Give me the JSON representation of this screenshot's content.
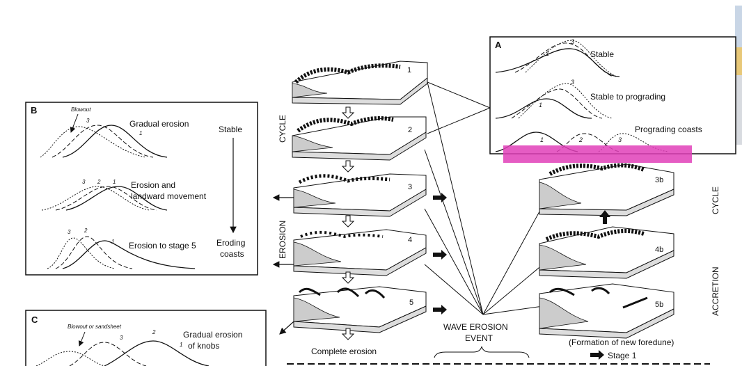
{
  "panelA": {
    "letter": "A",
    "rows": [
      {
        "label": "Stable",
        "nums": [
          "3",
          "1"
        ]
      },
      {
        "label": "Stable to prograding",
        "nums": [
          "3",
          "1"
        ]
      },
      {
        "label": "Prograding coasts",
        "nums": [
          "1",
          "2",
          "3"
        ]
      }
    ]
  },
  "panelB": {
    "letter": "B",
    "blowout": "Blowout",
    "rows": [
      {
        "label": "Gradual erosion",
        "nums": [
          "3",
          "1"
        ]
      },
      {
        "label_line1": "Erosion and",
        "label_line2": "landward movement",
        "nums": [
          "3",
          "2",
          "1"
        ]
      },
      {
        "label": "Erosion to stage 5",
        "nums": [
          "3",
          "2",
          "1"
        ]
      }
    ],
    "stable": "Stable",
    "eroding1": "Eroding",
    "eroding2": "coasts"
  },
  "panelC": {
    "letter": "C",
    "blowout": "Blowout or sandsheet",
    "label1": "Gradual erosion",
    "label2": "of knobs",
    "nums": [
      "3",
      "2",
      "1"
    ]
  },
  "center": {
    "cycle": "CYCLE",
    "erosion": "EROSION",
    "blocks": [
      "1",
      "2",
      "3",
      "4",
      "5"
    ],
    "complete": "Complete erosion",
    "wave1": "WAVE EROSION",
    "wave2": "EVENT"
  },
  "right": {
    "blocks": [
      "3b",
      "4b",
      "5b"
    ],
    "cycle": "CYCLE",
    "accretion": "ACCRETION",
    "formation": "(Formation of new foredune)",
    "stage": "Stage 1"
  },
  "colors": {
    "highlight": "#e040b8",
    "sky": "#c9d6e6",
    "sand": "#e8c878"
  }
}
